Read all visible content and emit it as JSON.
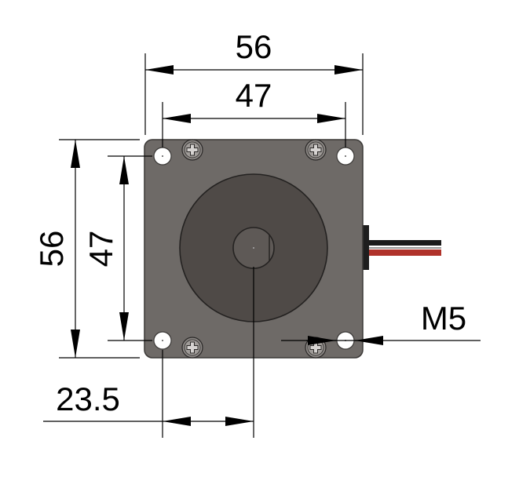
{
  "dimensions": {
    "overall_width": "56",
    "hole_spacing_width": "47",
    "overall_height": "56",
    "hole_spacing_height": "47",
    "hole_thread": "M5",
    "hole_to_shaft": "23.5"
  },
  "colors": {
    "plate": "#6e6a67",
    "plate_edge": "#3a3836",
    "boss": "#4f4a47",
    "shaft": "#5e5956",
    "wire_black": "#1b1b1b",
    "wire_red": "#b0322a"
  },
  "icons": {
    "screw": "phillips-screw-icon",
    "hole": "mounting-hole-icon"
  }
}
